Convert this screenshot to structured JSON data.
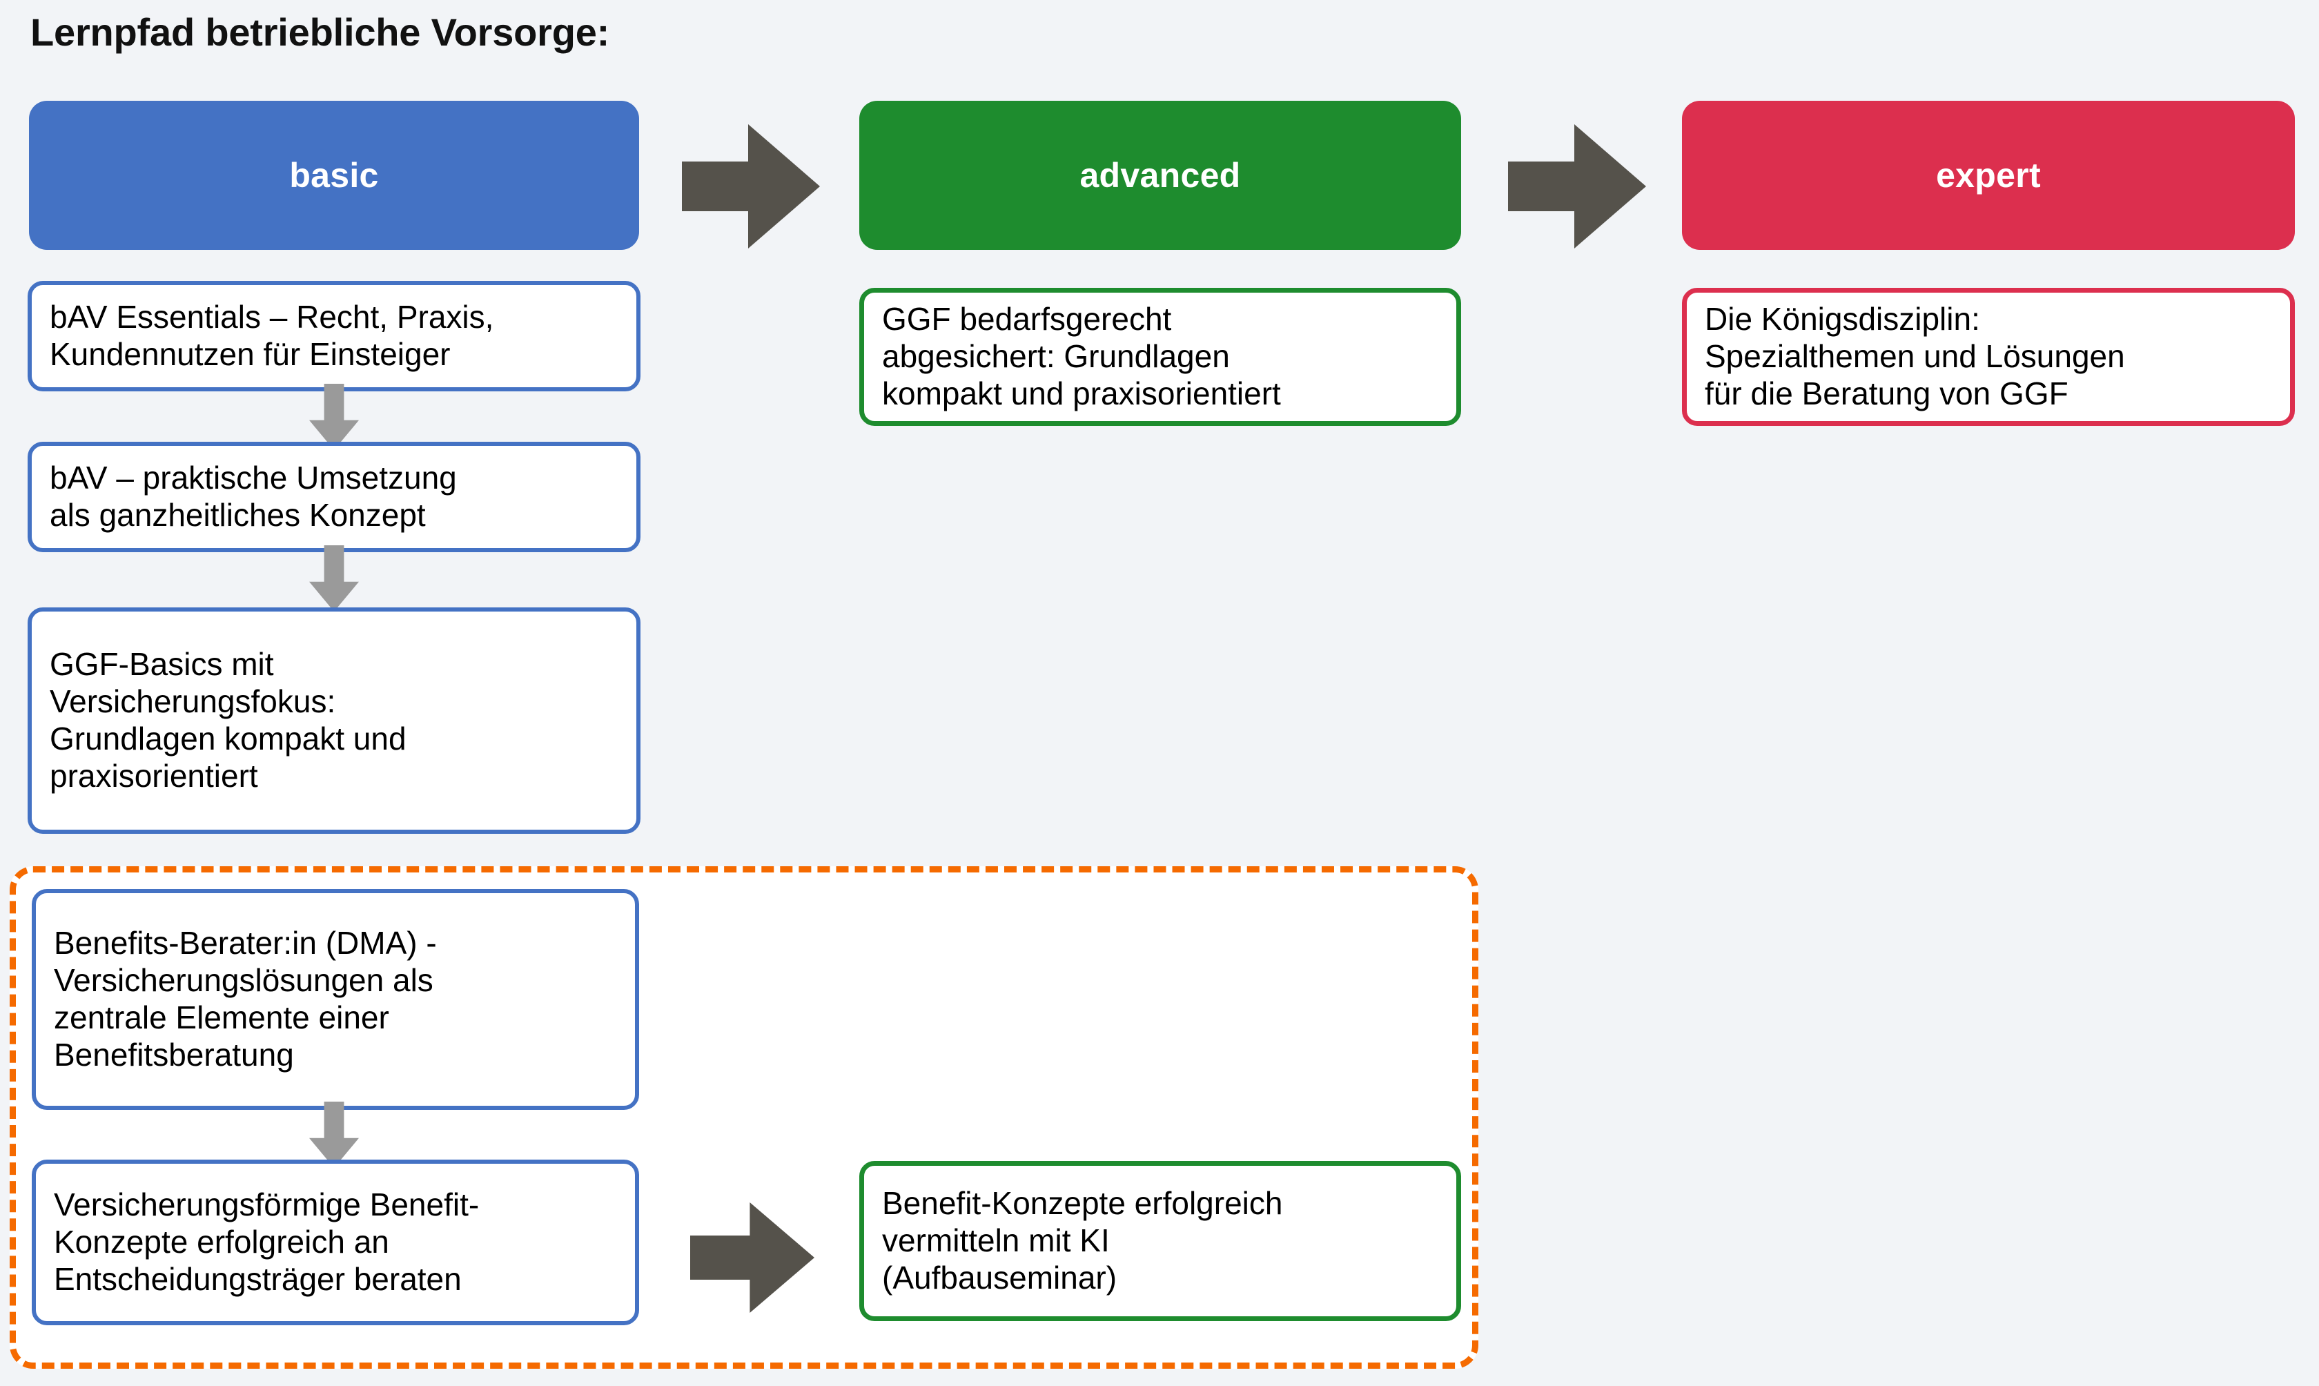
{
  "page": {
    "title": "Lernpfad betriebliche Vorsorge:",
    "background_color": "#f2f4f7"
  },
  "colors": {
    "basic_blue": "#4472c4",
    "advanced_green": "#1e8c2e",
    "expert_red": "#dc2f4e",
    "arrow_dark": "#55524b",
    "down_arrow_gray": "#9a9a9a",
    "group_orange": "#f56a00",
    "text": "#000000",
    "banner_text": "#ffffff"
  },
  "levels": [
    {
      "id": "basic",
      "label": "basic",
      "color": "#4472c4"
    },
    {
      "id": "advanced",
      "label": "advanced",
      "color": "#1e8c2e"
    },
    {
      "id": "expert",
      "label": "expert",
      "color": "#dc2f4e"
    }
  ],
  "arrows": {
    "basic_to_advanced": "arrow-right-icon",
    "advanced_to_expert": "arrow-right-icon",
    "benefit_to_ki": "arrow-right-icon",
    "step_down": "arrow-down-icon"
  },
  "basic_courses": [
    {
      "id": "bav-essentials",
      "text": "bAV Essentials – Recht, Praxis,\nKundennutzen für Einsteiger"
    },
    {
      "id": "bav-umsetzung",
      "text": "bAV – praktische Umsetzung\nals ganzheitliches Konzept"
    },
    {
      "id": "ggf-basics",
      "text": "GGF-Basics mit\nVersicherungsfokus:\nGrundlagen kompakt und\npraxisorientiert"
    },
    {
      "id": "benefits-berater",
      "text": "Benefits-Berater:in (DMA) -\nVersicherungslösungen als\nzentrale Elemente einer\nBenefitsberatung"
    },
    {
      "id": "versicherungsfoermige-konzepte",
      "text": "Versicherungsförmige Benefit-\nKonzepte erfolgreich an\nEntscheidungsträger beraten"
    }
  ],
  "advanced_courses": [
    {
      "id": "ggf-bedarfsgerecht",
      "text": "GGF bedarfsgerecht\nabgesichert: Grundlagen\nkompakt und praxisorientiert"
    },
    {
      "id": "benefit-konzepte-ki",
      "text": "Benefit-Konzepte erfolgreich\nvermitteln mit KI\n(Aufbauseminar)"
    }
  ],
  "expert_courses": [
    {
      "id": "koenigsdisziplin",
      "text": "Die Königsdisziplin:\nSpezialthemen und Lösungen\nfür die Beratung von GGF"
    }
  ],
  "group_box": {
    "id": "benefits-group",
    "style": "dashed",
    "color": "#f56a00"
  }
}
